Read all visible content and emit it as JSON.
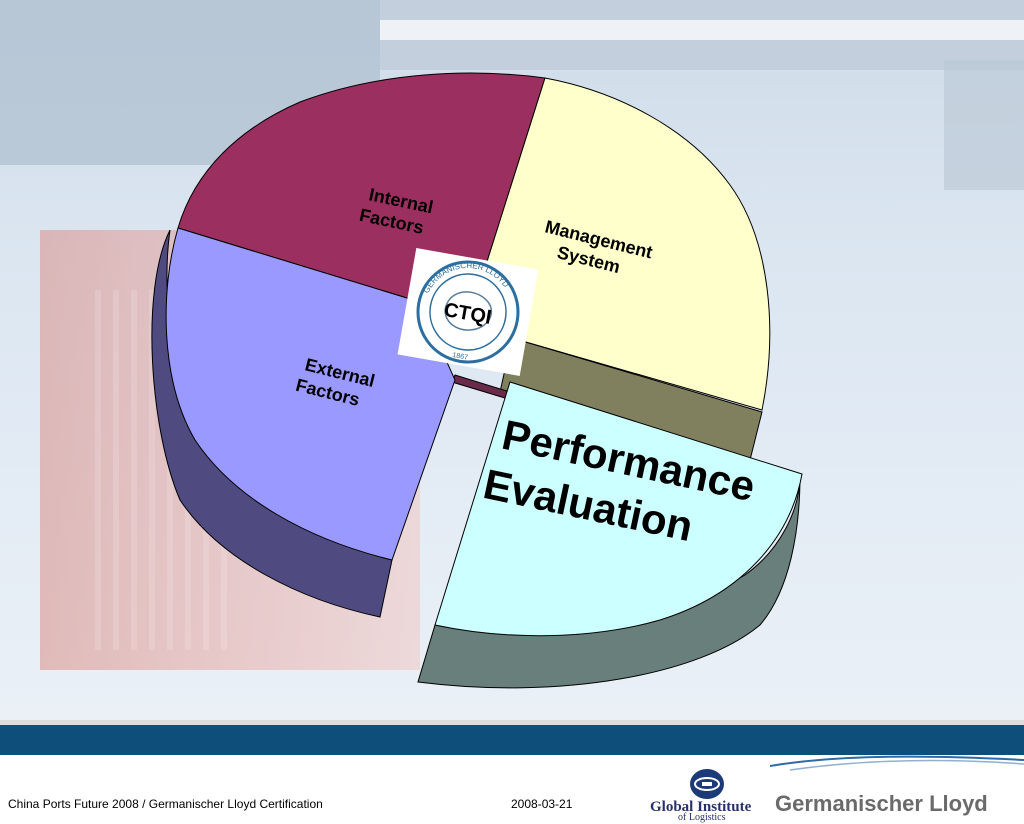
{
  "diagram": {
    "segments": [
      {
        "id": "internal",
        "label_lines": [
          "Internal",
          "Factors"
        ],
        "top_color": "#9b3060",
        "side_color": "#6a2a4a"
      },
      {
        "id": "management",
        "label_lines": [
          "Management",
          "System"
        ],
        "top_color": "#ffffcc",
        "side_color": "#80805f"
      },
      {
        "id": "performance",
        "label_lines": [
          "Performance",
          "Evaluation"
        ],
        "top_color": "#ccffff",
        "side_color": "#687f7c"
      },
      {
        "id": "external",
        "label_lines": [
          "External",
          "Factors"
        ],
        "top_color": "#9999ff",
        "side_color": "#4f4b80"
      }
    ],
    "center_label": "CTQI",
    "seal_ring_text": "GERMANISCHER LLOYD",
    "seal_year": "1867"
  },
  "footer": {
    "event": "China Ports Future 2008 / Germanischer Lloyd Certification",
    "date": "2008-03-21",
    "gi_name": "Global Institute",
    "gi_sub": "of Logistics",
    "brand": "Germanischer Lloyd"
  },
  "colors": {
    "band": "#0d4f7a",
    "brand_navy": "#27306b"
  }
}
